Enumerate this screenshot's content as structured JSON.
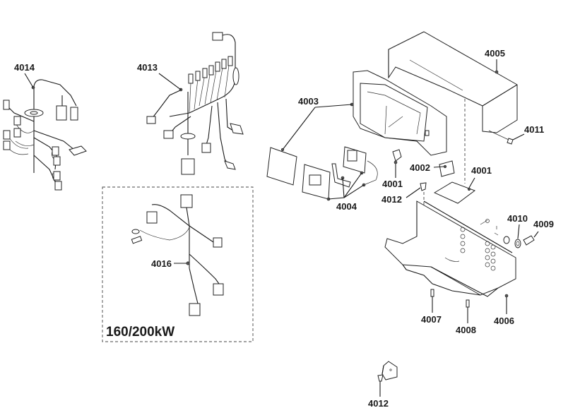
{
  "diagram": {
    "type": "exploded-parts-diagram",
    "variant_box_label": "160/200kW",
    "callouts": [
      {
        "id": "4014",
        "part": "wiring-harness"
      },
      {
        "id": "4013",
        "part": "wiring-harness"
      },
      {
        "id": "4016",
        "part": "wiring-harness-160-200kw"
      },
      {
        "id": "4003",
        "part": "front-panel-fascia"
      },
      {
        "id": "4004",
        "part": "display-controls"
      },
      {
        "id": "4005",
        "part": "top-cover"
      },
      {
        "id": "4011",
        "part": "screw"
      },
      {
        "id": "4002",
        "part": "circuit-board-small"
      },
      {
        "id": "4001",
        "part": "circuit-board"
      },
      {
        "id": "4001b",
        "label": "4001",
        "part": "switch"
      },
      {
        "id": "4012",
        "part": "fastener"
      },
      {
        "id": "4012b",
        "label": "4012",
        "part": "fastener-with-module"
      },
      {
        "id": "4010",
        "part": "grommet"
      },
      {
        "id": "4009",
        "part": "sensor-plug"
      },
      {
        "id": "4007",
        "part": "stud"
      },
      {
        "id": "4008",
        "part": "stud"
      },
      {
        "id": "4006",
        "part": "control-box-chassis"
      }
    ]
  },
  "labels": {
    "l4014": "4014",
    "l4013": "4013",
    "l4016": "4016",
    "l4003": "4003",
    "l4004": "4004",
    "l4005": "4005",
    "l4011": "4011",
    "l4002": "4002",
    "l4001a": "4001",
    "l4001b": "4001",
    "l4012a": "4012",
    "l4012b": "4012",
    "l4010": "4010",
    "l4009": "4009",
    "l4007": "4007",
    "l4008": "4008",
    "l4006": "4006",
    "variant": "160/200kW"
  }
}
